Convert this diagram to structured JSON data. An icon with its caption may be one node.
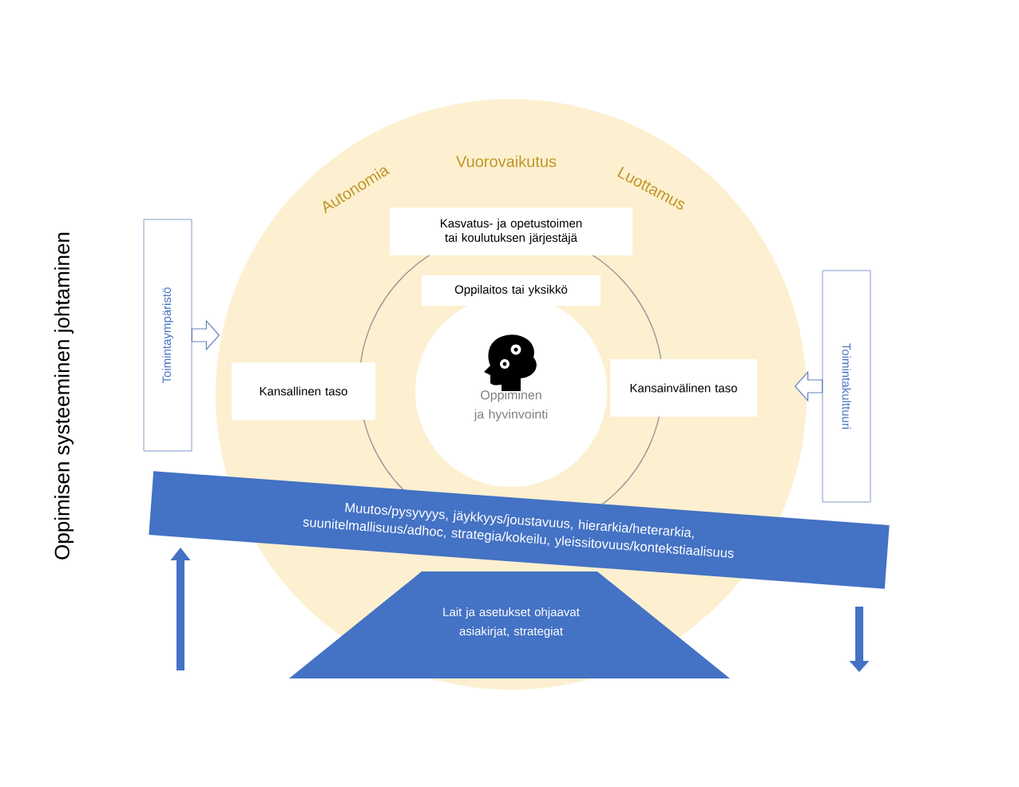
{
  "diagram": {
    "title": "Oppimisen systeeminen johtaminen",
    "nodes": [
      {
        "text": [
          "Toimintaympäristö"
        ]
      },
      {
        "text": [
          "Kasvatus- ja opetustoimen tai koulutuksen järjestäjä"
        ]
      },
      {
        "text": [
          "Oppilaitos tai yksikkö"
        ]
      },
      {
        "text": [
          "Kansallinen taso"
        ]
      },
      {
        "text": [
          "Kansainvälinen taso"
        ]
      },
      {
        "text": [
          "Oppiminen ja hyvinvointi"
        ]
      },
      {
        "text": [
          "Toimintakulttuuri"
        ]
      },
      {
        "text": [
          "Muutos/pysyvyys,  jäykkyys/joustavuus, hierarkia/heterarkia, suunitelmallisuus/adhoc, strategia/kokeilu, yleissitovuus/kontekstiaalisuus"
        ]
      },
      {
        "text": [
          "Lait ja asetukset ohjaavat asiakirjat, strategiat"
        ]
      }
    ],
    "edges": [
      {
        "from": 0,
        "to": null,
        "arrow": "to"
      },
      {
        "from": 6,
        "to": null,
        "arrow": "to"
      }
    ],
    "labels": [
      "Autonomia",
      "Vuorovaikutus",
      "Luottamus"
    ]
  }
}
